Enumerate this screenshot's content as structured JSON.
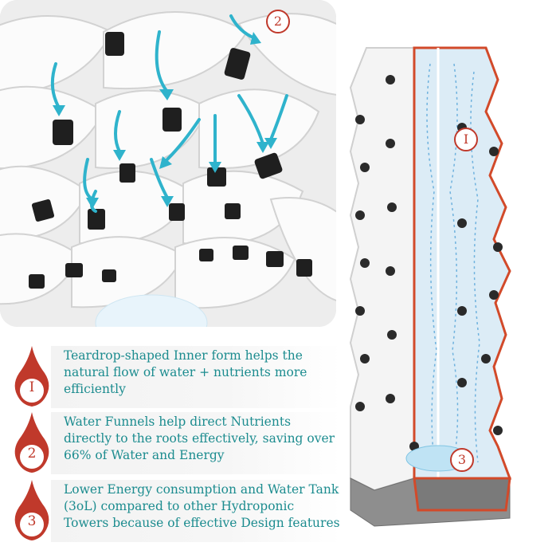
{
  "photo_badge": "2",
  "tower_badges": {
    "top": "I",
    "bottom": "3"
  },
  "features": [
    {
      "number": "I",
      "text": "Teardrop-shaped Inner form  helps the natural flow of water + nutrients more efficiently"
    },
    {
      "number": "2",
      "text": "Water Funnels help direct Nutrients directly to the roots effectively, saving over 66% of Water and Energy"
    },
    {
      "number": "3",
      "text": "Lower Energy consumption and Water Tank (3oL) compared to other Hydroponic Towers because of effective Design features"
    }
  ],
  "colors": {
    "accent_red": "#c0392b",
    "text_teal": "#1c8c8f",
    "arrow_blue": "#2fb3cc",
    "water": "#a9d9ef"
  }
}
